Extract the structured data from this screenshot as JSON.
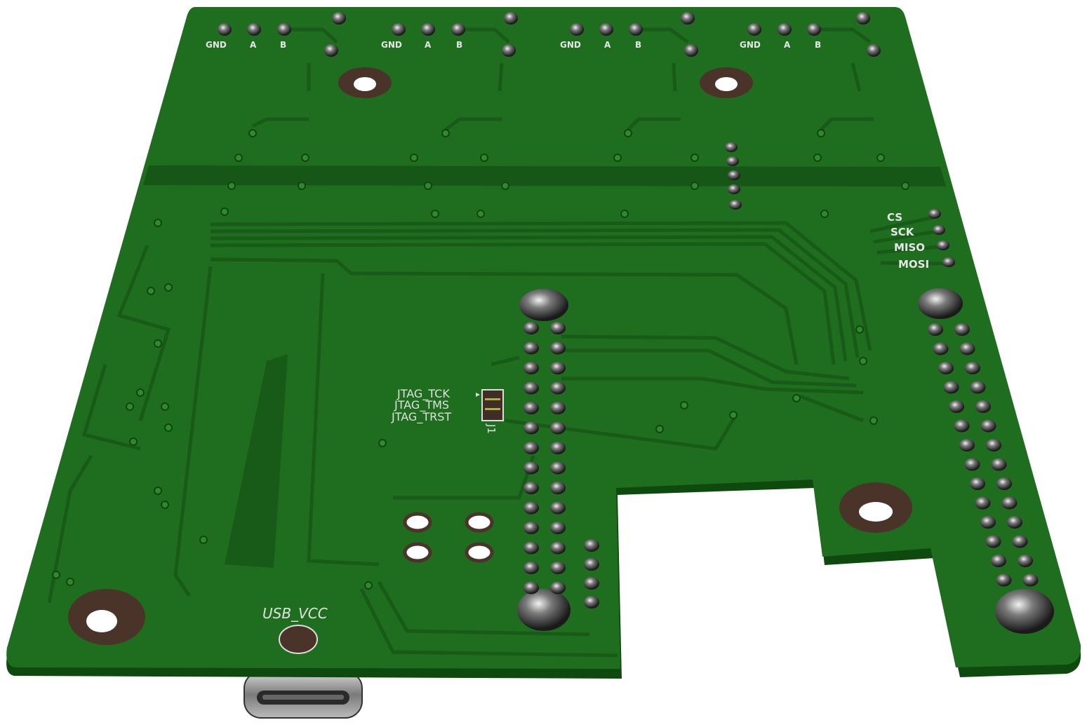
{
  "board": {
    "colors": {
      "soldermask": "#1f6e1f",
      "trace": "#185a18",
      "copper_pad": "#4a3a2a",
      "silkscreen": "#e6e6e6",
      "pin": "#555555"
    },
    "encoder_labels": [
      {
        "gnd": "GND",
        "a": "A",
        "b": "B"
      },
      {
        "gnd": "GND",
        "a": "A",
        "b": "B"
      },
      {
        "gnd": "GND",
        "a": "A",
        "b": "B"
      },
      {
        "gnd": "GND",
        "a": "A",
        "b": "B"
      }
    ],
    "spi_labels": [
      "CS",
      "SCK",
      "MISO",
      "MOSI"
    ],
    "jtag_labels": [
      "JTAG_TCK",
      "JTAG_TMS",
      "JTAG_TRST"
    ],
    "jtag_ref": "J1",
    "usb_label": "USB_VCC",
    "connector_icon": "usb-c-connector-icon"
  }
}
